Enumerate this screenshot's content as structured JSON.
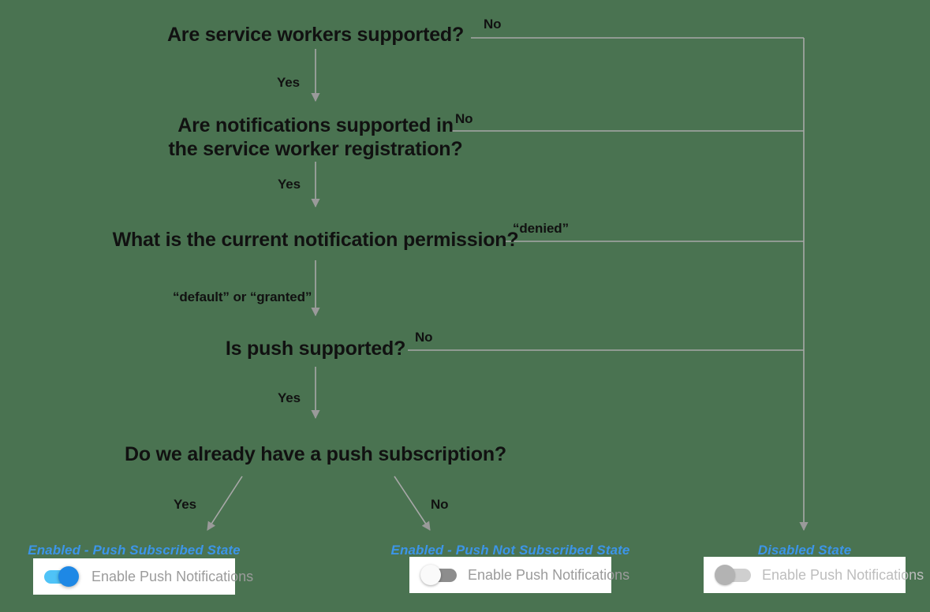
{
  "diagram": {
    "title": "Push notification support decision flow",
    "background_color": "#4a7351",
    "edge_color": "#a8a8a8",
    "node_text_color": "#111111",
    "state_label_color": "#3c95e8",
    "nodes": [
      {
        "id": "sw-supported",
        "text": "Are service workers supported?"
      },
      {
        "id": "notif-supported",
        "text": "Are notifications supported in\nthe service worker registration?"
      },
      {
        "id": "permission",
        "text": "What is the current notification permission?"
      },
      {
        "id": "push-supported",
        "text": "Is push supported?"
      },
      {
        "id": "have-subscription",
        "text": "Do we already have a push subscription?"
      }
    ],
    "edge_labels": [
      {
        "id": "sw-no",
        "text": "No"
      },
      {
        "id": "sw-yes",
        "text": "Yes"
      },
      {
        "id": "notif-no",
        "text": "No"
      },
      {
        "id": "notif-yes",
        "text": "Yes"
      },
      {
        "id": "perm-denied",
        "text": "“denied”"
      },
      {
        "id": "perm-default-granted",
        "text": "“default” or “granted”"
      },
      {
        "id": "push-no",
        "text": "No"
      },
      {
        "id": "push-yes",
        "text": "Yes"
      },
      {
        "id": "sub-yes",
        "text": "Yes"
      },
      {
        "id": "sub-no",
        "text": "No"
      }
    ],
    "outcomes": [
      {
        "id": "enabled-subscribed",
        "state_label": "Enabled - Push Subscribed State",
        "switch_label": "Enable Push Notifications",
        "switch_state": "on",
        "track_color": "#4fc3f7",
        "knob_color": "#1e88e5"
      },
      {
        "id": "enabled-not-subscribed",
        "state_label": "Enabled - Push Not Subscribed State",
        "switch_label": "Enable Push Notifications",
        "switch_state": "off",
        "track_color": "#8d8d8d",
        "knob_color": "#fafafa"
      },
      {
        "id": "disabled",
        "state_label": "Disabled State",
        "switch_label": "Enable Push Notifications",
        "switch_state": "disabled",
        "track_color": "#cfcfcf",
        "knob_color": "#b3b3b3"
      }
    ]
  }
}
